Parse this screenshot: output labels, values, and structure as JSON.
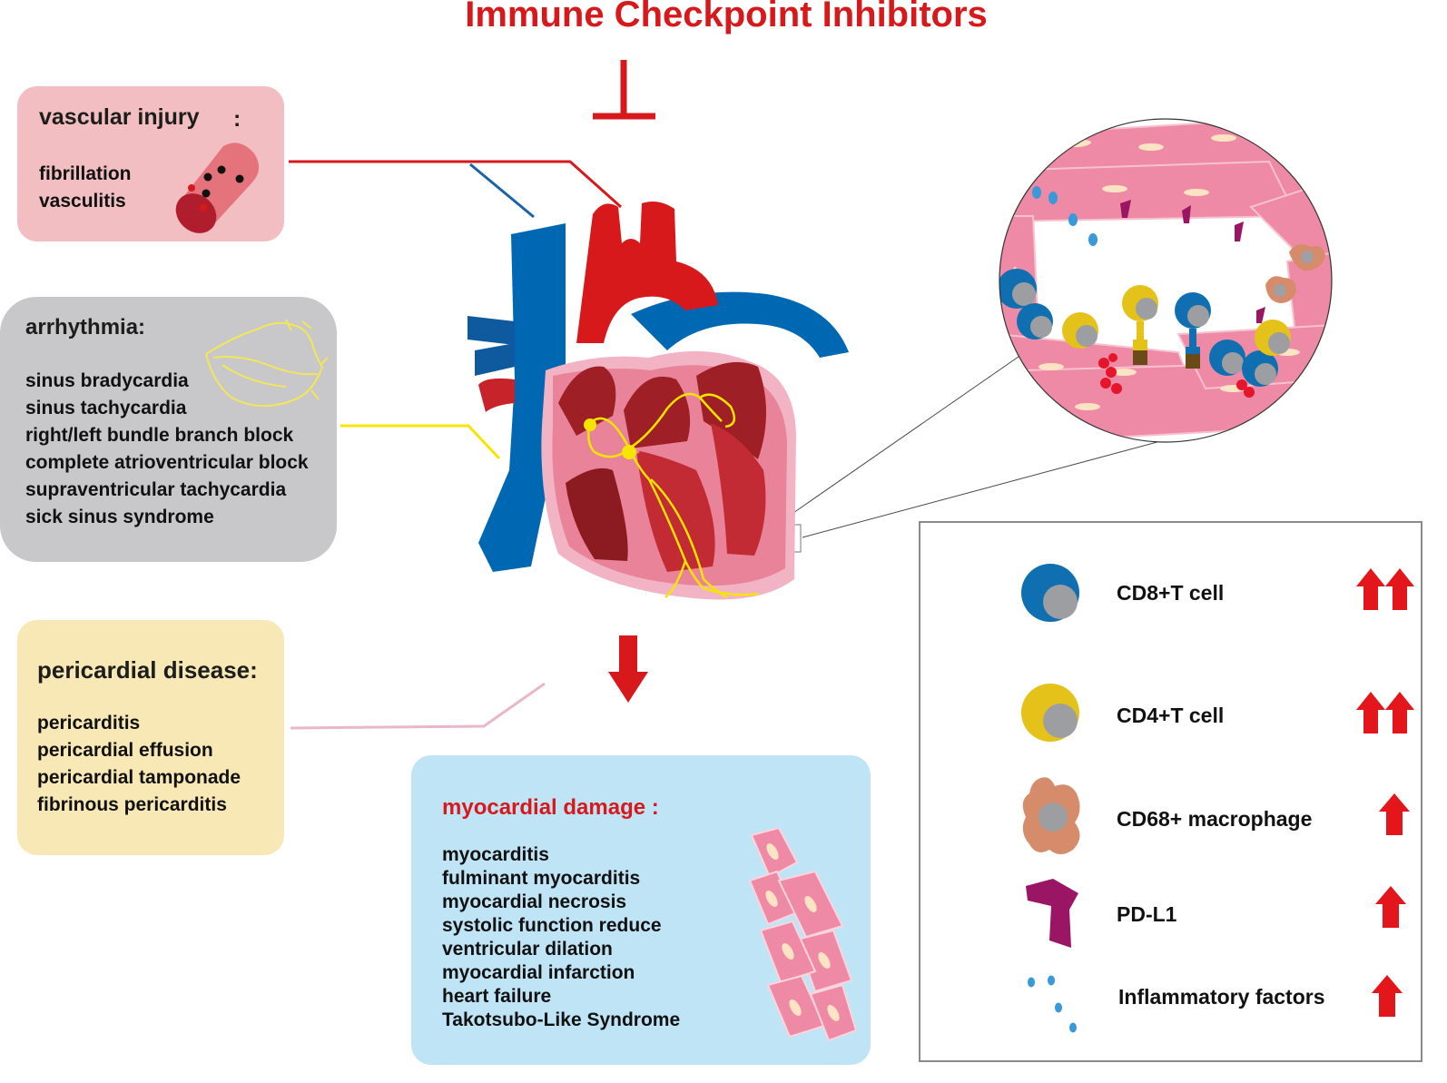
{
  "title": "Immune Checkpoint Inhibitors",
  "vascular": {
    "heading": "vascular injury",
    "colon": ":",
    "items": [
      "fibrillation",
      "vasculitis"
    ]
  },
  "arrhythmia": {
    "heading": "arrhythmia:",
    "items": [
      "sinus bradycardia",
      "sinus tachycardia",
      "right/left bundle branch block",
      "complete atrioventricular block",
      "supraventricular tachycardia",
      "sick sinus syndrome"
    ]
  },
  "pericardial": {
    "heading": "pericardial disease:",
    "items": [
      "pericarditis",
      "pericardial effusion",
      "pericardial tamponade",
      "fibrinous pericarditis"
    ]
  },
  "myocardial": {
    "heading": "myocardial damage :",
    "items": [
      "myocarditis",
      "fulminant myocarditis",
      "myocardial necrosis",
      "systolic function reduce",
      "ventricular dilation",
      "myocardial infarction",
      "heart failure",
      "Takotsubo-Like Syndrome"
    ]
  },
  "legend": {
    "items": [
      {
        "label": "CD8+T cell",
        "icon": "cd8-t-cell-icon",
        "arrows": 2
      },
      {
        "label": "CD4+T cell",
        "icon": "cd4-t-cell-icon",
        "arrows": 2
      },
      {
        "label": "CD68+  macrophage",
        "icon": "macrophage-icon",
        "arrows": 1
      },
      {
        "label": "PD-L1",
        "icon": "pd-l1-icon",
        "arrows": 1
      },
      {
        "label": "Inflammatory factors",
        "icon": "inflammatory-factors-icon",
        "arrows": 1
      }
    ]
  },
  "colors": {
    "title_red": "#d7191c",
    "artery_red": "#d7191c",
    "vein_blue": "#0068b3",
    "heart_dark": "#9e1f25",
    "heart_pink": "#e8839a",
    "conduction_yellow": "#f6e500",
    "cd8_blue": "#0f6fb0",
    "cd4_yellow": "#e4c21a",
    "macrophage_orange": "#d68b6a",
    "pdl1_purple": "#9a1563",
    "factor_blue": "#3a9ad9"
  }
}
